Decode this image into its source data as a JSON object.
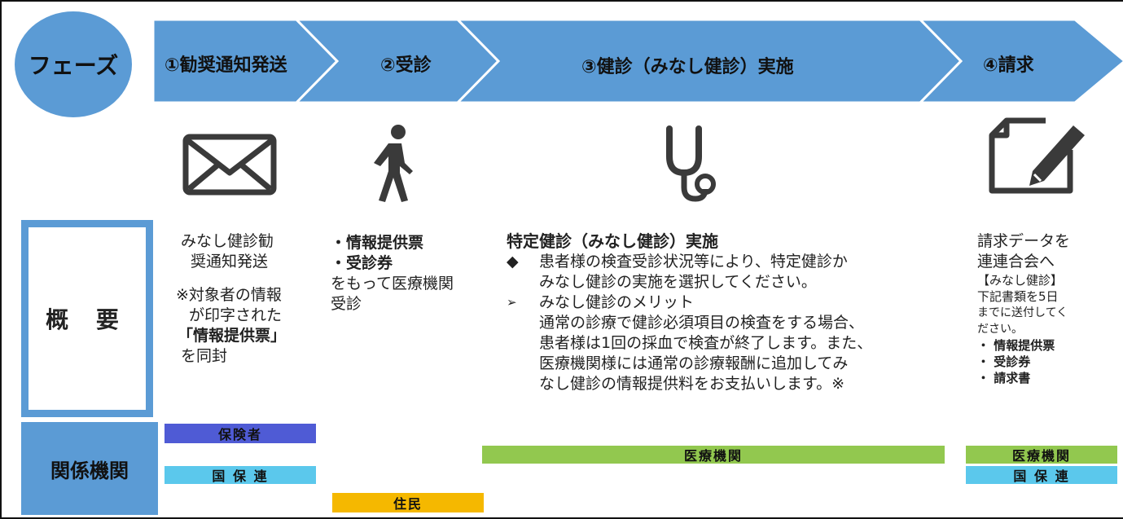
{
  "header": {
    "phase_label": "フェーズ",
    "phases": [
      {
        "label": "①勧奨通知発送"
      },
      {
        "label": "②受診"
      },
      {
        "label": "③健診（みなし健診）実施"
      },
      {
        "label": "④請求"
      }
    ]
  },
  "rows": {
    "overview_label": "概 要",
    "related_label": "関係機関"
  },
  "icons": [
    "envelope-icon",
    "walking-person-icon",
    "stethoscope-icon",
    "document-pen-icon"
  ],
  "col1": {
    "line1": "みなし健診勧",
    "line2": "奨通知発送",
    "note1": "※対象者の情報",
    "note2": "が印字された",
    "note3": "「情報提供票」",
    "note4": "を同封"
  },
  "col2": {
    "item1": "・情報提供票",
    "item2": "・受診券",
    "text1": "をもって医療機関",
    "text2": "受診"
  },
  "col3": {
    "title": "特定健診（みなし健診）実施",
    "bullet1_mark": "◆",
    "bullet1_line1": "患者様の検査受診状況等により、特定健診か",
    "bullet1_line2": "みなし健診の実施を選択してください。",
    "bullet2_mark": "➢",
    "bullet2_line1": "みなし健診のメリット",
    "body1": "通常の診療で健診必須項目の検査をする場合、",
    "body2": "患者様は1回の採血で検査が終了します。また、",
    "body3": "医療機関様には通常の診療報酬に追加してみ",
    "body4": "なし健診の情報提供料をお支払いします。※"
  },
  "col4": {
    "line1": "請求データを",
    "line2": "連連合会へ",
    "line3": "【みなし健診】",
    "line4": "下記書類を5日",
    "line5": "までに送付してく",
    "line6": "ださい。",
    "item1": "・ 情報提供票",
    "item2": "・ 受診券",
    "item3": "・ 請求書"
  },
  "bars": {
    "insurer": "保険者",
    "kokuho": "国 保 連",
    "resident": "住民",
    "medical": "医療機関",
    "medical2": "医療機関",
    "kokuho2": "国 保 連"
  },
  "colors": {
    "chevron": "#5b9bd5",
    "insurer_bar": "#4f5bd5",
    "kokuho_bar": "#5bc8ec",
    "resident_bar": "#f5b800",
    "medical_bar": "#92c84f"
  }
}
